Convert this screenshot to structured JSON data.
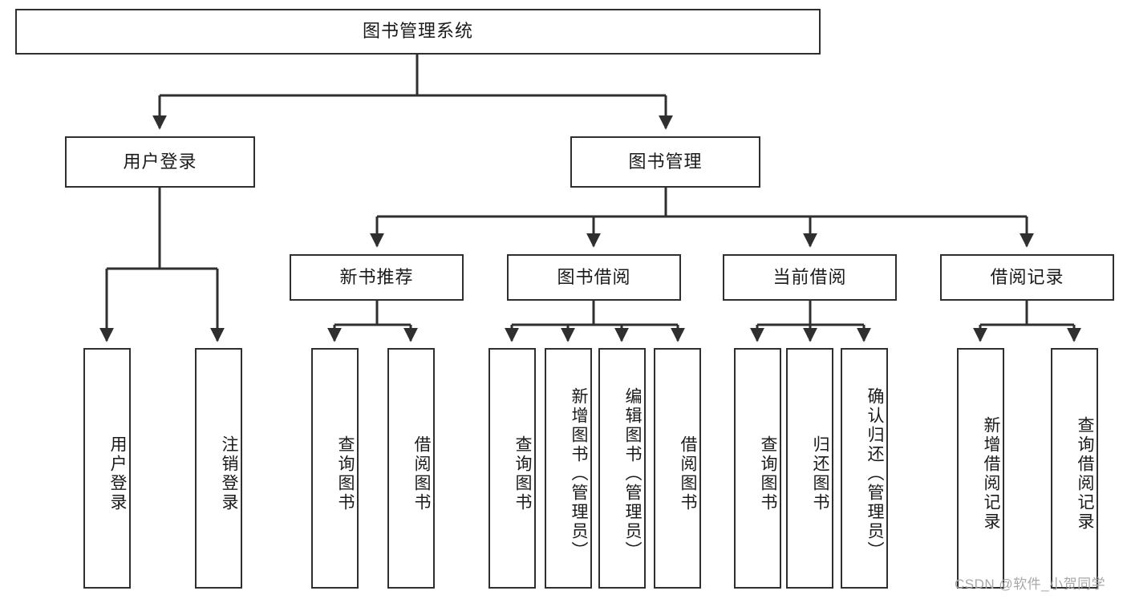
{
  "diagram": {
    "title": "图书管理系统",
    "root": {
      "id": "root",
      "label": "图书管理系统"
    },
    "level2": [
      {
        "id": "user-login",
        "label": "用户登录"
      },
      {
        "id": "book-manage",
        "label": "图书管理"
      }
    ],
    "level3": [
      {
        "id": "new-book-recommend",
        "label": "新书推荐"
      },
      {
        "id": "book-borrow",
        "label": "图书借阅"
      },
      {
        "id": "current-borrow",
        "label": "当前借阅"
      },
      {
        "id": "borrow-record",
        "label": "借阅记录"
      }
    ],
    "leaves": [
      {
        "id": "leaf-user-login",
        "label": "用户登录",
        "parent": "user-login"
      },
      {
        "id": "leaf-logout-login",
        "label": "注销登录",
        "parent": "user-login"
      },
      {
        "id": "leaf-query-book-1",
        "label": "查询图书",
        "parent": "new-book-recommend"
      },
      {
        "id": "leaf-borrow-book-1",
        "label": "借阅图书",
        "parent": "new-book-recommend"
      },
      {
        "id": "leaf-query-book-2",
        "label": "查询图书",
        "parent": "book-borrow"
      },
      {
        "id": "leaf-add-book",
        "label": "新增图书（管理员）",
        "parent": "book-borrow"
      },
      {
        "id": "leaf-edit-book",
        "label": "编辑图书（管理员）",
        "parent": "book-borrow"
      },
      {
        "id": "leaf-borrow-book-2",
        "label": "借阅图书",
        "parent": "book-borrow"
      },
      {
        "id": "leaf-query-book-3",
        "label": "查询图书",
        "parent": "current-borrow"
      },
      {
        "id": "leaf-return-book",
        "label": "归还图书",
        "parent": "current-borrow"
      },
      {
        "id": "leaf-confirm-return",
        "label": "确认归还（管理员）",
        "parent": "current-borrow"
      },
      {
        "id": "leaf-add-record",
        "label": "新增借阅记录",
        "parent": "borrow-record"
      },
      {
        "id": "leaf-query-record",
        "label": "查询借阅记录",
        "parent": "borrow-record"
      }
    ]
  },
  "watermark": {
    "text": "CSDN @软件_小贺同学"
  },
  "colors": {
    "stroke": "#2f2f2f",
    "background": "#ffffff",
    "text": "#1a1a1a",
    "watermark": "#a8a8a8"
  }
}
